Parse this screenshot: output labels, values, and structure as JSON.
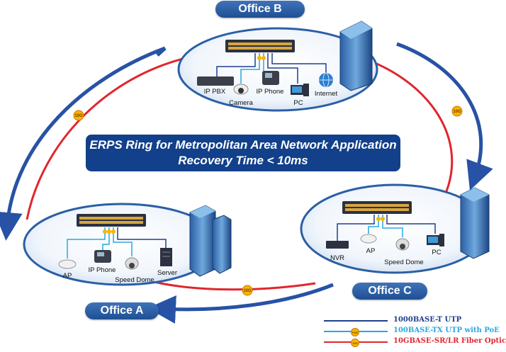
{
  "offices": {
    "b": {
      "label": "Office B"
    },
    "a": {
      "label": "Office A"
    },
    "c": {
      "label": "Office C"
    }
  },
  "title": {
    "line1": "ERPS Ring for Metropolitan Area Network Application",
    "line2": "Recovery Time < 10ms"
  },
  "devices": {
    "b": {
      "ip_pbx": "IP PBX",
      "camera": "Camera",
      "ip_phone": "IP Phone",
      "pc": "PC",
      "internet": "Internet"
    },
    "a": {
      "ap": "AP",
      "ip_phone": "IP Phone",
      "speed_dome": "Speed Dome",
      "server": "Server"
    },
    "c": {
      "nvr": "NVR",
      "ap": "AP",
      "speed_dome": "Speed Dome",
      "pc": "PC"
    }
  },
  "badges": {
    "ring": "10G",
    "poe": "PoE"
  },
  "legend": [
    {
      "label": "1000BASE-T UTP",
      "color": "#1f3f8f",
      "badge": ""
    },
    {
      "label": "100BASE-TX UTP with PoE",
      "color": "#29a8e0",
      "badge": "PoE"
    },
    {
      "label": "10GBASE-SR/LR Fiber Optic",
      "color": "#e0262e",
      "badge": "10G"
    }
  ],
  "colors": {
    "fiber": "#e0262e",
    "utp": "#1f3f8f",
    "poe": "#29a8e0",
    "arrow": "#2752a5"
  }
}
